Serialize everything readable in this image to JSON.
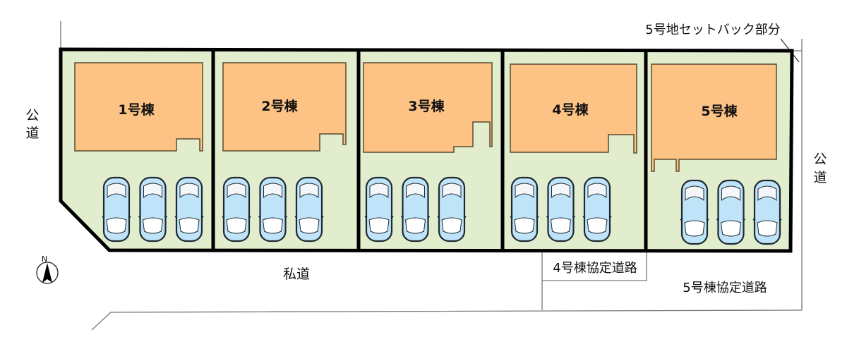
{
  "title": "区画図",
  "buildings": [
    {
      "label": "1号棟"
    },
    {
      "label": "2号棟"
    },
    {
      "label": "3号棟"
    },
    {
      "label": "4号棟"
    },
    {
      "label": "5号棟"
    }
  ],
  "parking_spaces_per_lot": 3,
  "roads": {
    "public_left": [
      "公",
      "道"
    ],
    "public_right": [
      "公",
      "道"
    ],
    "private": "私道",
    "agreement_4": "4号棟協定道路",
    "agreement_5": "5号棟協定道路"
  },
  "setback_note": "5号地セットバック部分",
  "compass": {
    "label": "N"
  },
  "colors": {
    "lot": "#E1EDCC",
    "building": "#FDC385",
    "car_body": "#BFE3F8",
    "boundary": "#000000"
  }
}
